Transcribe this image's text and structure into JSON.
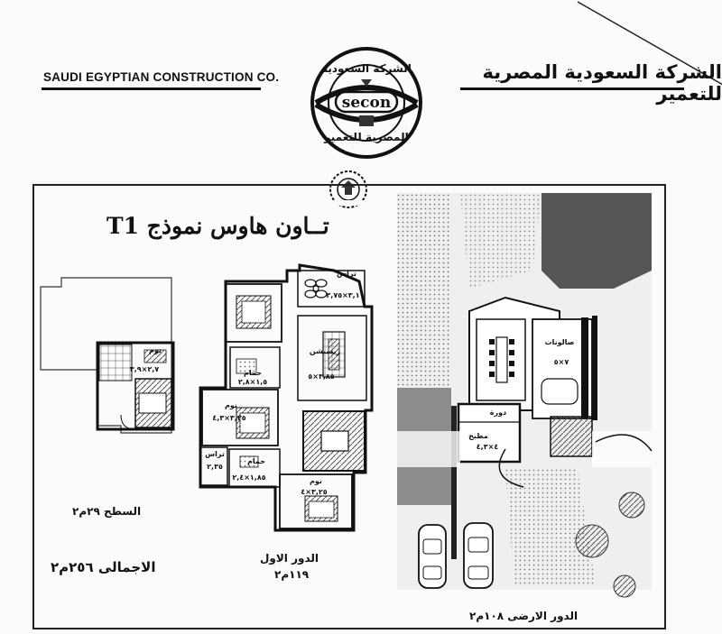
{
  "header": {
    "company_en": "SAUDI EGYPTIAN CONSTRUCTION CO.",
    "company_ar": "الشركة السعودية المصرية للتعمير",
    "logo": {
      "text": "secon",
      "ring_top": "الشركة السعودية",
      "ring_bottom": "المصرية للتعمير"
    }
  },
  "plan": {
    "title": "تــاون هاوس  نموذج T1",
    "roof_label": "السطح ٢٩م٢",
    "total_label": "الاجمالى  ٢٥٦م٢",
    "first_floor_label": "الدور الاول",
    "first_floor_area": "١١٩م٢",
    "ground_floor_label": "الدور الارضى  ١٠٨م٢"
  },
  "rooms": {
    "terrace_top": "تراس",
    "terrace_top_dims": "٣,١×٣,٧٥",
    "reception": "ريسبشن",
    "reception_dims": "٣,٨٥×٥",
    "bath_1": "حمام",
    "bath_1_dims": "١,٥×٢,٨",
    "bedroom_1": "نوم",
    "bedroom_1_dims": "٣,٢٥×٤,٣",
    "terrace_small": "تراس",
    "terrace_small_dims": "٢,٣٥",
    "bath_2": "حمام",
    "bath_2_dims": "١,٨٥×٢,٤",
    "bedroom_2": "نوم",
    "bedroom_2_dims": "٣,٢٥×٤",
    "roof_bedroom": "نوم",
    "roof_bedroom_dims": "٢,٧×٣,٩",
    "lobby": "دورة",
    "kitchen": "مطبخ",
    "kitchen_dims": "٤×٤,٣",
    "salons": "صالونات",
    "salons_dims": "٧×٥"
  }
}
